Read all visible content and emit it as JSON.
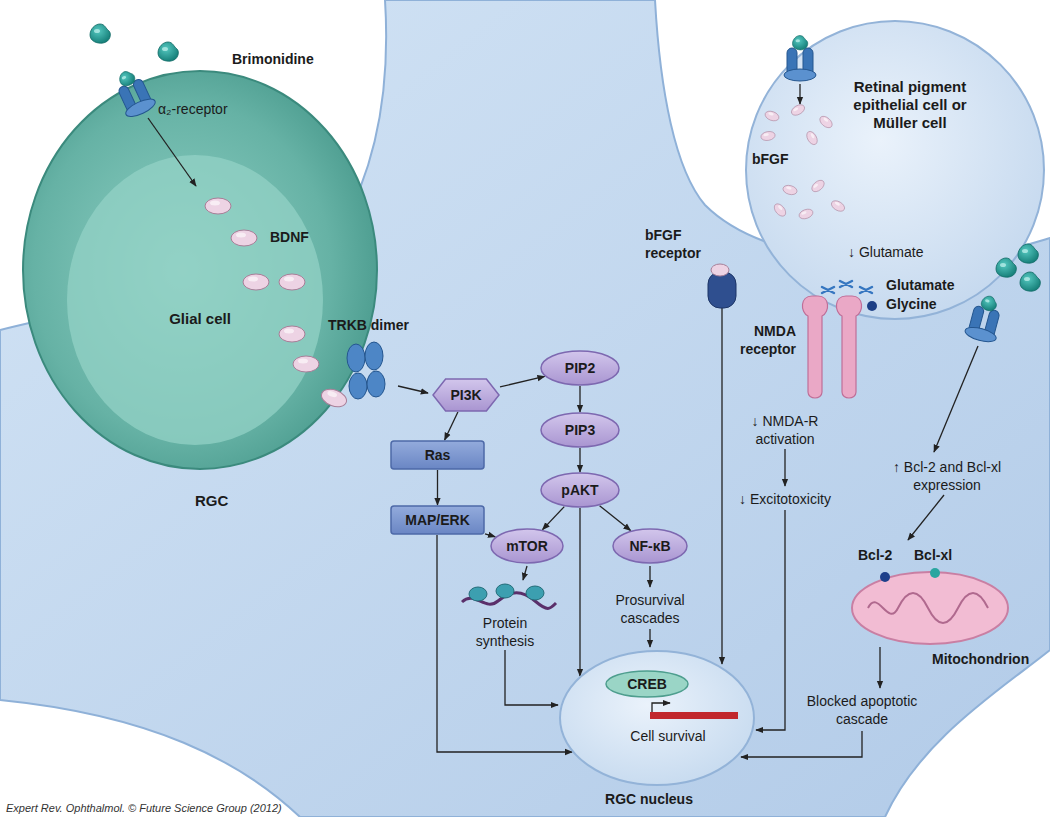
{
  "diagram": {
    "nodes": [
      {
        "text": [
          "Glial cell"
        ]
      },
      {
        "text": [
          "Retinal pigment epithelial cell or Müller cell"
        ]
      },
      {
        "text": [
          "RGC"
        ]
      },
      {
        "text": [
          "PIP2"
        ],
        "in": 2
      },
      {
        "text": [
          "PI3K"
        ],
        "in": 2
      },
      {
        "text": [
          "PIP3"
        ],
        "in": 2
      },
      {
        "text": [
          "Ras"
        ],
        "in": 2
      },
      {
        "text": [
          "pAKT"
        ],
        "in": 2
      },
      {
        "text": [
          "MAP/ERK"
        ],
        "in": 2
      },
      {
        "text": [
          "mTOR"
        ],
        "in": 2
      },
      {
        "text": [
          "NF-κB"
        ],
        "in": 2
      },
      {
        "text": [
          "Cell survival",
          "RGC nucleus"
        ],
        "in": 2
      },
      {
        "text": [
          "CREB"
        ],
        "in": 11
      }
    ],
    "edges": [
      {
        "from": 4,
        "to": 3,
        "arrow": "to"
      },
      {
        "from": 4,
        "to": 6,
        "arrow": "to"
      },
      {
        "from": 3,
        "to": 5,
        "arrow": "to"
      },
      {
        "from": 5,
        "to": 7,
        "arrow": "to"
      },
      {
        "from": 6,
        "to": 8,
        "arrow": "to"
      },
      {
        "from": 8,
        "to": 9,
        "arrow": "to"
      },
      {
        "from": 7,
        "to": 9,
        "arrow": "to"
      },
      {
        "from": 7,
        "to": 10,
        "arrow": "to"
      },
      {
        "from": 7,
        "to": 11,
        "arrow": "to"
      },
      {
        "from": 8,
        "to": 11,
        "arrow": "to"
      }
    ],
    "labels": [
      "Brimonidine",
      "α₂-receptor",
      "BDNF",
      "TRKB dimer",
      "bFGF",
      "bFGF receptor",
      "↓ Glutamate",
      "Glutamate",
      "NMDA receptor",
      "Glycine",
      "↓ NMDA-R activation",
      "↑ Bcl-2 and Bcl-xl expression",
      "↓ Excitotoxicity",
      "Bcl-2",
      "Bcl-xl",
      "Protein synthesis",
      "Prosurvival cascades",
      "Mitochondrion",
      "Blocked apoptotic cascade",
      "Expert Rev. Ophthalmol. © Future Science Group (2012)"
    ]
  }
}
